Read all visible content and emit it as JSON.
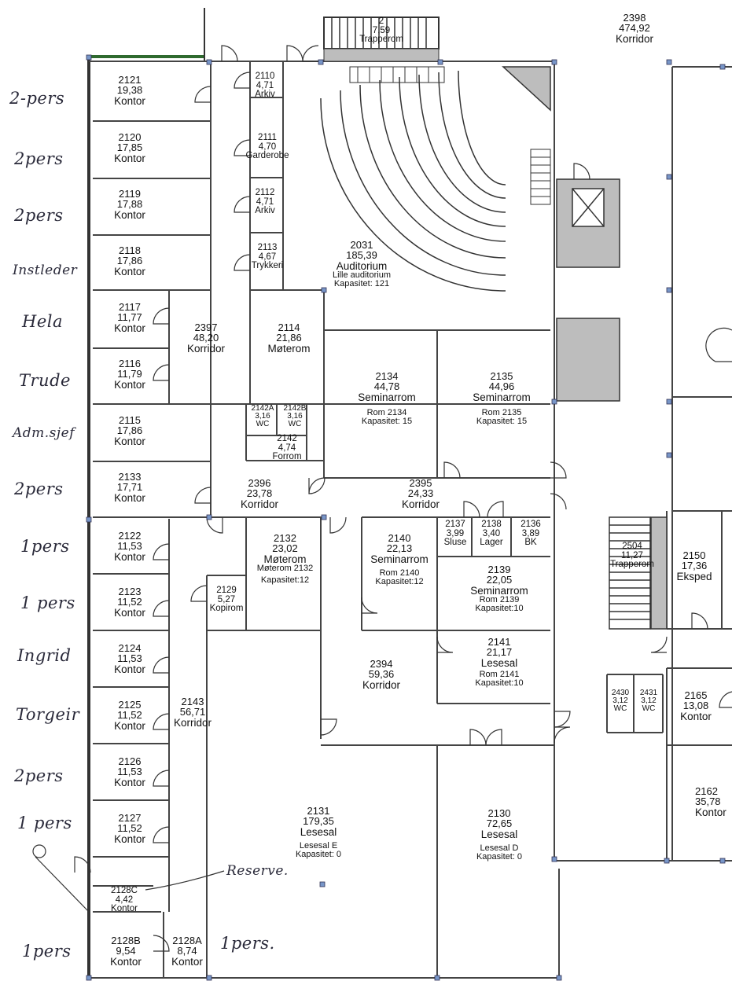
{
  "handwritten": {
    "notes": [
      "2-pers",
      "2pers",
      "2pers",
      "Instleder",
      "Hela",
      "Trude",
      "Adm.sjef",
      "2pers",
      "1pers",
      "1 pers",
      "Ingrid",
      "Torgeir",
      "2pers",
      "1 pers",
      "1pers"
    ],
    "reserve": "Reserve.",
    "bottom_note": "1pers."
  },
  "rooms": {
    "r2398": {
      "num": "2398",
      "area": "474,92",
      "name": "Korridor"
    },
    "rstair_top": {
      "num": "2",
      "area": "7,59",
      "name": "Trapperom"
    },
    "r2121": {
      "num": "2121",
      "area": "19,38",
      "name": "Kontor"
    },
    "r2120": {
      "num": "2120",
      "area": "17,85",
      "name": "Kontor"
    },
    "r2119": {
      "num": "2119",
      "area": "17,88",
      "name": "Kontor"
    },
    "r2118": {
      "num": "2118",
      "area": "17,86",
      "name": "Kontor"
    },
    "r2117": {
      "num": "2117",
      "area": "11,77",
      "name": "Kontor"
    },
    "r2116": {
      "num": "2116",
      "area": "11,79",
      "name": "Kontor"
    },
    "r2115": {
      "num": "2115",
      "area": "17,86",
      "name": "Kontor"
    },
    "r2133": {
      "num": "2133",
      "area": "17,71",
      "name": "Kontor"
    },
    "r2122": {
      "num": "2122",
      "area": "11,53",
      "name": "Kontor"
    },
    "r2123": {
      "num": "2123",
      "area": "11,52",
      "name": "Kontor"
    },
    "r2124": {
      "num": "2124",
      "area": "11,53",
      "name": "Kontor"
    },
    "r2125": {
      "num": "2125",
      "area": "11,52",
      "name": "Kontor"
    },
    "r2126": {
      "num": "2126",
      "area": "11,53",
      "name": "Kontor"
    },
    "r2127": {
      "num": "2127",
      "area": "11,52",
      "name": "Kontor"
    },
    "r2128C": {
      "num": "2128C",
      "area": "4,42",
      "name": "Kontor"
    },
    "r2128B": {
      "num": "2128B",
      "area": "9,54",
      "name": "Kontor"
    },
    "r2128A": {
      "num": "2128A",
      "area": "8,74",
      "name": "Kontor"
    },
    "r2110": {
      "num": "2110",
      "area": "4,71",
      "name": "Arkiv"
    },
    "r2111": {
      "num": "2111",
      "area": "4,70",
      "name": "Garderobe"
    },
    "r2112": {
      "num": "2112",
      "area": "4,71",
      "name": "Arkiv"
    },
    "r2113": {
      "num": "2113",
      "area": "4,67",
      "name": "Trykkeri"
    },
    "r2397": {
      "num": "2397",
      "area": "48,20",
      "name": "Korridor"
    },
    "r2114": {
      "num": "2114",
      "area": "21,86",
      "name": "Møterom"
    },
    "r2031": {
      "num": "2031",
      "area": "185,39",
      "name": "Auditorium",
      "extra1": "Lille auditorium",
      "extra2": "Kapasitet: 121"
    },
    "r2134": {
      "num": "2134",
      "area": "44,78",
      "name": "Seminarrom",
      "extra1": "Rom 2134",
      "extra2": "Kapasitet: 15"
    },
    "r2135": {
      "num": "2135",
      "area": "44,96",
      "name": "Seminarrom",
      "extra1": "Rom 2135",
      "extra2": "Kapasitet: 15"
    },
    "r2142A": {
      "num": "2142A",
      "area": "3,16",
      "name": "WC"
    },
    "r2142B": {
      "num": "2142B",
      "area": "3,16",
      "name": "WC"
    },
    "r2142": {
      "num": "2142",
      "area": "4,74",
      "name": "Forrom"
    },
    "r2396": {
      "num": "2396",
      "area": "23,78",
      "name": "Korridor"
    },
    "r2395": {
      "num": "2395",
      "area": "24,33",
      "name": "Korridor"
    },
    "r2132": {
      "num": "2132",
      "area": "23,02",
      "name": "Møterom",
      "extra1": "Møterom 2132",
      "extra2": "Kapasitet:12"
    },
    "r2129": {
      "num": "2129",
      "area": "5,27",
      "name": "Kopirom"
    },
    "r2140": {
      "num": "2140",
      "area": "22,13",
      "name": "Seminarrom",
      "extra1": "Rom 2140",
      "extra2": "Kapasitet:12"
    },
    "r2137": {
      "num": "2137",
      "area": "3,99",
      "name": "Sluse"
    },
    "r2138": {
      "num": "2138",
      "area": "3,40",
      "name": "Lager"
    },
    "r2136": {
      "num": "2136",
      "area": "3,89",
      "name": "BK"
    },
    "r2139": {
      "num": "2139",
      "area": "22,05",
      "name": "Seminarrom",
      "extra1": "Rom 2139",
      "extra2": "Kapasitet:10"
    },
    "r2141": {
      "num": "2141",
      "area": "21,17",
      "name": "Lesesal",
      "extra1": "Rom 2141",
      "extra2": "Kapasitet:10"
    },
    "r2394": {
      "num": "2394",
      "area": "59,36",
      "name": "Korridor"
    },
    "r2143": {
      "num": "2143",
      "area": "56,71",
      "name": "Korridor"
    },
    "r2131": {
      "num": "2131",
      "area": "179,35",
      "name": "Lesesal",
      "extra1": "Lesesal E",
      "extra2": "Kapasitet: 0"
    },
    "r2130": {
      "num": "2130",
      "area": "72,65",
      "name": "Lesesal",
      "extra1": "Lesesal D",
      "extra2": "Kapasitet: 0"
    },
    "r2504": {
      "num": "2504",
      "area": "11,27",
      "name": "Trapperom"
    },
    "r2150": {
      "num": "2150",
      "area": "17,36",
      "name": "Eksped"
    },
    "r2430": {
      "num": "2430",
      "area": "3,12",
      "name": "WC"
    },
    "r2431": {
      "num": "2431",
      "area": "3,12",
      "name": "WC"
    },
    "r2165": {
      "num": "2165",
      "area": "13,08",
      "name": "Kontor"
    },
    "r2162": {
      "num": "2162",
      "area": "35,78",
      "name": "Kontor"
    }
  }
}
